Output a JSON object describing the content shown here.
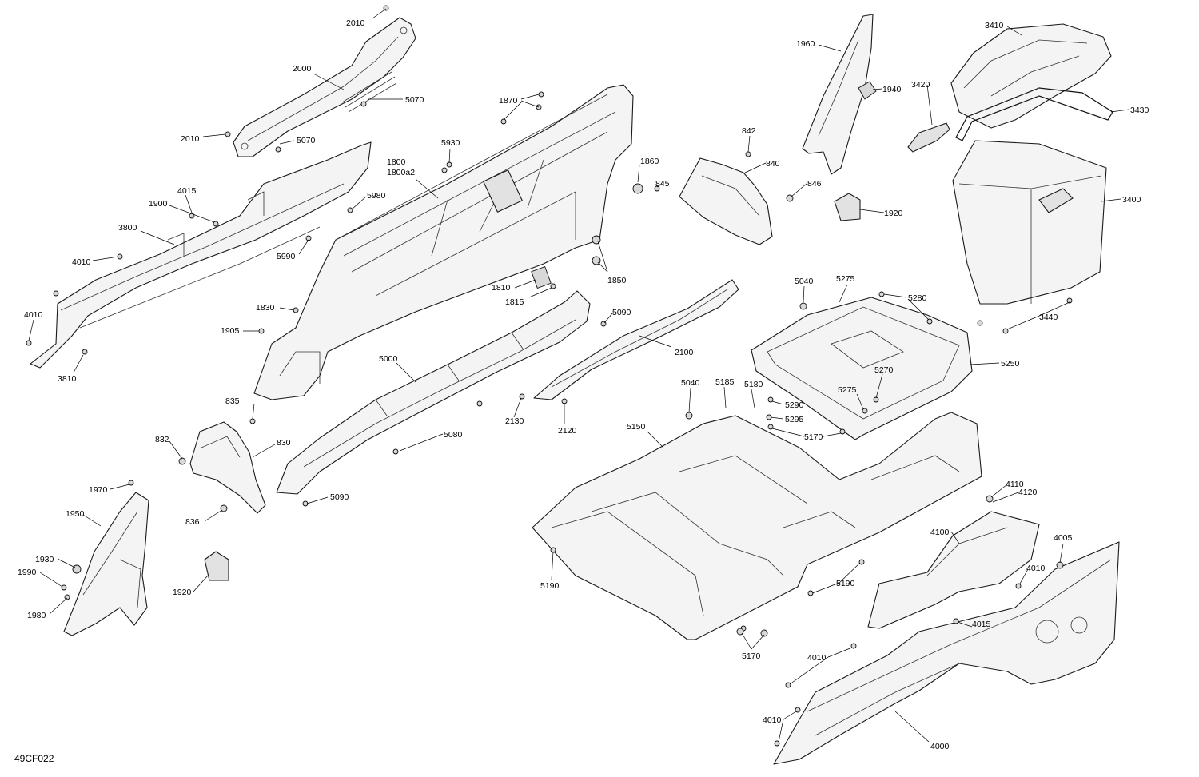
{
  "figure_code": "49CF022",
  "callouts": [
    {
      "id": "c2010a",
      "text": "2010"
    },
    {
      "id": "c2000",
      "text": "2000"
    },
    {
      "id": "c5070a",
      "text": "5070"
    },
    {
      "id": "c2010b",
      "text": "2010"
    },
    {
      "id": "c5070b",
      "text": "5070"
    },
    {
      "id": "c4015a",
      "text": "4015"
    },
    {
      "id": "c1900",
      "text": "1900"
    },
    {
      "id": "c3800",
      "text": "3800"
    },
    {
      "id": "c4010a",
      "text": "4010"
    },
    {
      "id": "c4010b",
      "text": "4010"
    },
    {
      "id": "c3810",
      "text": "3810"
    },
    {
      "id": "c1870",
      "text": "1870"
    },
    {
      "id": "c5930",
      "text": "5930"
    },
    {
      "id": "c1800",
      "text": "1800"
    },
    {
      "id": "c1800a2",
      "text": "1800a2"
    },
    {
      "id": "c5980",
      "text": "5980"
    },
    {
      "id": "c5990",
      "text": "5990"
    },
    {
      "id": "c1830",
      "text": "1830"
    },
    {
      "id": "c1905",
      "text": "1905"
    },
    {
      "id": "c1860",
      "text": "1860"
    },
    {
      "id": "c1850",
      "text": "1850"
    },
    {
      "id": "c1810",
      "text": "1810"
    },
    {
      "id": "c1815",
      "text": "1815"
    },
    {
      "id": "c5090a",
      "text": "5090"
    },
    {
      "id": "c5000",
      "text": "5000"
    },
    {
      "id": "c2100",
      "text": "2100"
    },
    {
      "id": "c2130",
      "text": "2130"
    },
    {
      "id": "c2120",
      "text": "2120"
    },
    {
      "id": "c5080",
      "text": "5080"
    },
    {
      "id": "c5090b",
      "text": "5090"
    },
    {
      "id": "c835",
      "text": "835"
    },
    {
      "id": "c832",
      "text": "832"
    },
    {
      "id": "c830",
      "text": "830"
    },
    {
      "id": "c836",
      "text": "836"
    },
    {
      "id": "c1970",
      "text": "1970"
    },
    {
      "id": "c1950",
      "text": "1950"
    },
    {
      "id": "c1930",
      "text": "1930"
    },
    {
      "id": "c1990",
      "text": "1990"
    },
    {
      "id": "c1980",
      "text": "1980"
    },
    {
      "id": "c1920a",
      "text": "1920"
    },
    {
      "id": "c842",
      "text": "842"
    },
    {
      "id": "c840",
      "text": "840"
    },
    {
      "id": "c845",
      "text": "845"
    },
    {
      "id": "c846",
      "text": "846"
    },
    {
      "id": "c1960",
      "text": "1960"
    },
    {
      "id": "c1940",
      "text": "1940"
    },
    {
      "id": "c1920b",
      "text": "1920"
    },
    {
      "id": "c3410",
      "text": "3410"
    },
    {
      "id": "c3420",
      "text": "3420"
    },
    {
      "id": "c3430",
      "text": "3430"
    },
    {
      "id": "c3400",
      "text": "3400"
    },
    {
      "id": "c3440",
      "text": "3440"
    },
    {
      "id": "c5040a",
      "text": "5040"
    },
    {
      "id": "c5275a",
      "text": "5275"
    },
    {
      "id": "c5280",
      "text": "5280"
    },
    {
      "id": "c5250",
      "text": "5250"
    },
    {
      "id": "c5270",
      "text": "5270"
    },
    {
      "id": "c5275b",
      "text": "5275"
    },
    {
      "id": "c5040b",
      "text": "5040"
    },
    {
      "id": "c5185",
      "text": "5185"
    },
    {
      "id": "c5180",
      "text": "5180"
    },
    {
      "id": "c5290",
      "text": "5290"
    },
    {
      "id": "c5295",
      "text": "5295"
    },
    {
      "id": "c5170a",
      "text": "5170"
    },
    {
      "id": "c5150",
      "text": "5150"
    },
    {
      "id": "c5190a",
      "text": "5190"
    },
    {
      "id": "c5190b",
      "text": "5190"
    },
    {
      "id": "c5170b",
      "text": "5170"
    },
    {
      "id": "c4110",
      "text": "4110"
    },
    {
      "id": "c4120",
      "text": "4120"
    },
    {
      "id": "c4100",
      "text": "4100"
    },
    {
      "id": "c4005",
      "text": "4005"
    },
    {
      "id": "c4010c",
      "text": "4010"
    },
    {
      "id": "c4015b",
      "text": "4015"
    },
    {
      "id": "c4010d",
      "text": "4010"
    },
    {
      "id": "c4010e",
      "text": "4010"
    },
    {
      "id": "c4000",
      "text": "4000"
    }
  ]
}
